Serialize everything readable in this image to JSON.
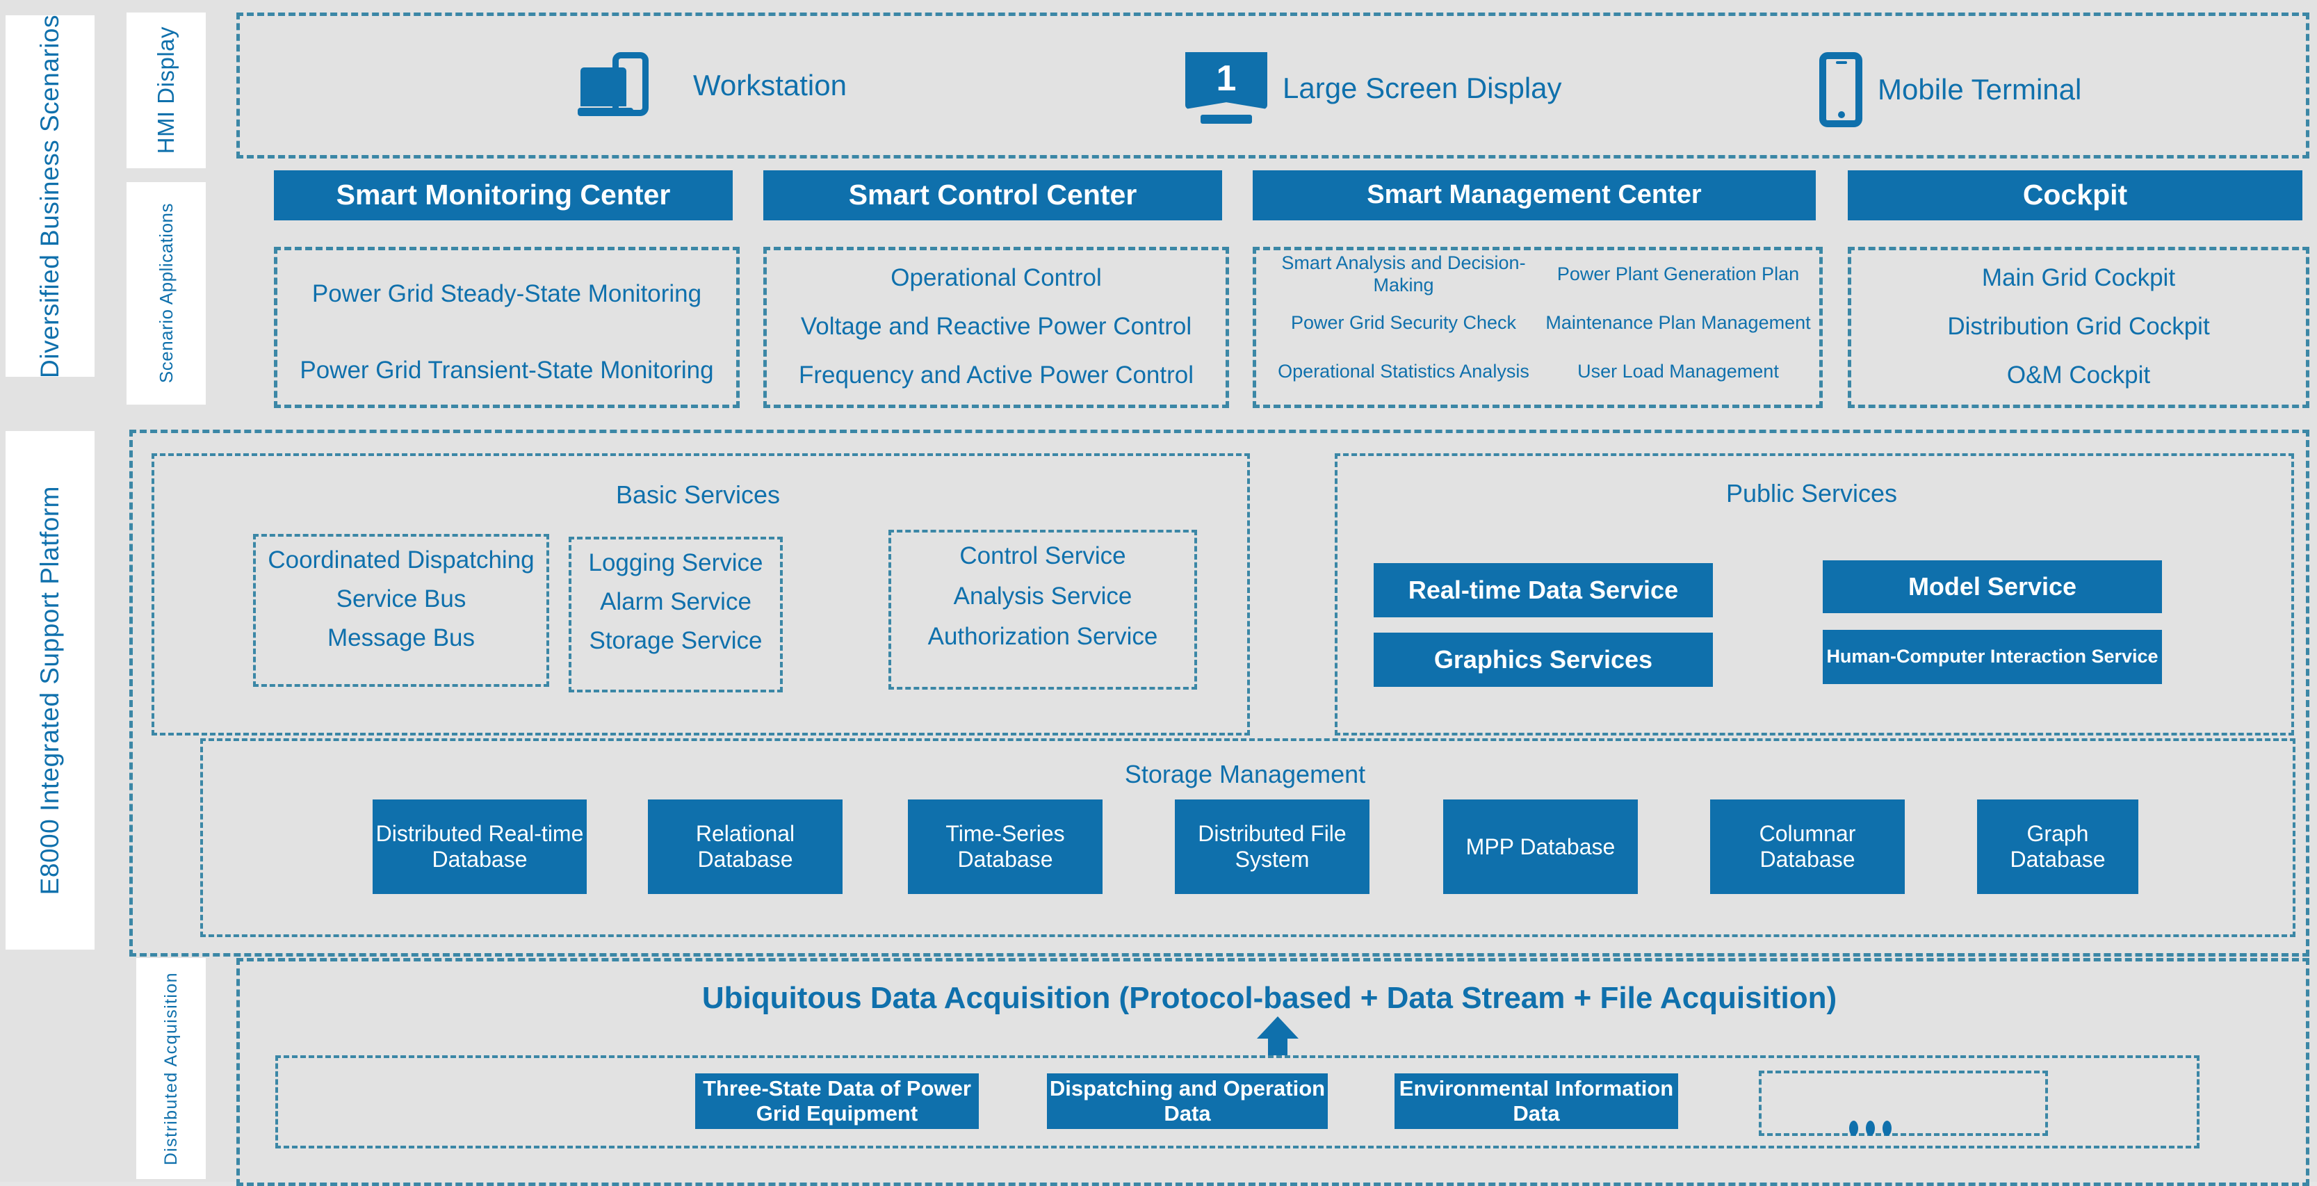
{
  "left_labels": {
    "scenarios": "Diversified Business Scenarios",
    "platform": "E8000 Integrated Support Platform"
  },
  "row_labels": {
    "hmi": "HMI Display",
    "scenario_applications": "Scenario Applications",
    "distributed_acquisition": "Distributed Acquisition"
  },
  "hmi_display": {
    "devices": [
      {
        "icon": "workstation-icon",
        "label": "Workstation"
      },
      {
        "icon": "large-screen-icon",
        "label": "Large Screen Display",
        "screen_number": "1"
      },
      {
        "icon": "mobile-phone-icon",
        "label": "Mobile Terminal"
      }
    ]
  },
  "centers": [
    {
      "title": "Smart Monitoring Center",
      "items": [
        "Power Grid Steady-State Monitoring",
        "Power Grid Transient-State Monitoring"
      ]
    },
    {
      "title": "Smart Control Center",
      "items": [
        "Operational Control",
        "Voltage and Reactive Power Control",
        "Frequency and Active Power Control"
      ]
    },
    {
      "title": "Smart Management Center",
      "items_left": [
        "Smart Analysis and Decision-Making",
        "Power Grid Security Check",
        "Operational Statistics Analysis"
      ],
      "items_right": [
        "Power Plant Generation Plan",
        "Maintenance Plan Management",
        "User Load Management"
      ]
    },
    {
      "title": "Cockpit",
      "items": [
        "Main Grid Cockpit",
        "Distribution Grid Cockpit",
        "O&M Cockpit"
      ]
    }
  ],
  "basic_services": {
    "title": "Basic Services",
    "groups": [
      {
        "items": [
          "Coordinated Dispatching",
          "Service Bus",
          "Message Bus"
        ]
      },
      {
        "items": [
          "Logging Service",
          "Alarm Service",
          "Storage Service"
        ]
      },
      {
        "items": [
          "Control Service",
          "Analysis Service",
          "Authorization Service"
        ]
      }
    ]
  },
  "public_services": {
    "title": "Public Services",
    "tiles": [
      "Real-time Data Service",
      "Model Service",
      "Graphics Services",
      "Human-Computer Interaction Service"
    ]
  },
  "storage_management": {
    "title": "Storage Management",
    "databases": [
      "Distributed Real-time Database",
      "Relational Database",
      "Time-Series Database",
      "Distributed File System",
      "MPP Database",
      "Columnar Database",
      "Graph Database"
    ]
  },
  "acquisition": {
    "title": "Ubiquitous Data Acquisition (Protocol-based + Data Stream + File Acquisition)",
    "sources": [
      "Three-State Data of Power Grid Equipment",
      "Dispatching and Operation Data",
      "Environmental Information Data"
    ],
    "ellipsis": "…"
  },
  "colors": {
    "brand_blue": "#0f70ac",
    "dash_border": "#3b87a6",
    "panel_bg": "#e2e2e2",
    "label_bg": "#ffffff"
  }
}
